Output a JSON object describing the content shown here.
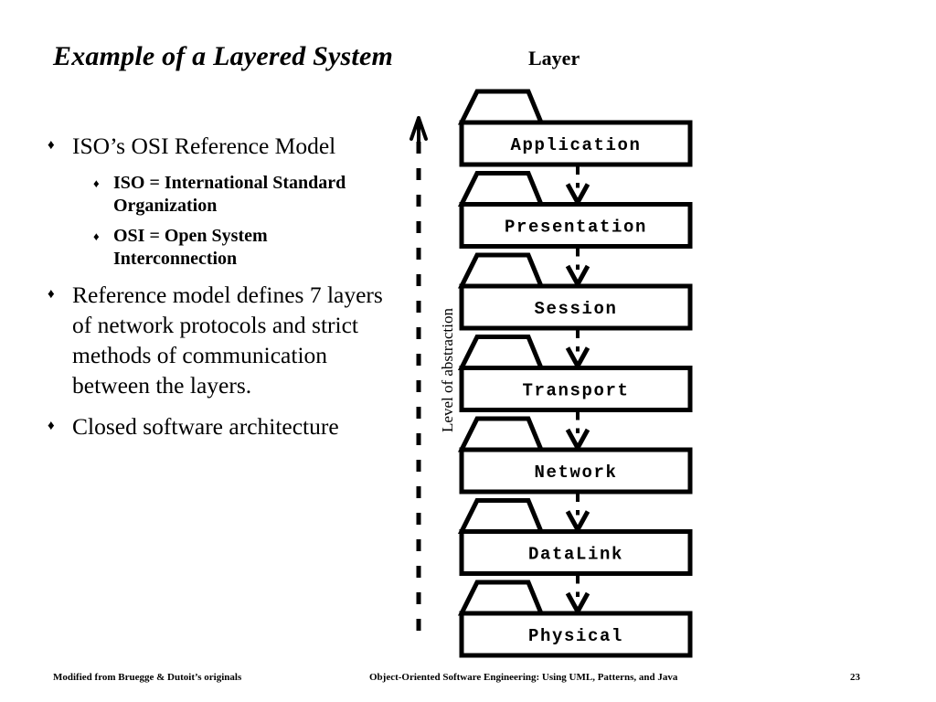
{
  "slide": {
    "title": "Example of a Layered System",
    "bullets": [
      {
        "level": 1,
        "marker": "♦",
        "text": "ISO’s OSI Reference Model",
        "children": [
          {
            "level": 2,
            "marker": "♦",
            "text": "ISO = International Standard Organization"
          },
          {
            "level": 2,
            "marker": "♦",
            "text": "OSI = Open System Interconnection"
          }
        ]
      },
      {
        "level": 1,
        "marker": "♦",
        "text": "Reference model defines 7 layers of network protocols and strict methods of communication between the layers.",
        "children": []
      },
      {
        "level": 1,
        "marker": "♦",
        "text": "Closed software architecture",
        "children": []
      }
    ]
  },
  "diagram": {
    "column_caption": "Layer",
    "axis_caption": "Level of abstraction",
    "stroke_color": "#000000",
    "fill_color": "#ffffff",
    "layers": [
      {
        "name": "Application"
      },
      {
        "name": "Presentation"
      },
      {
        "name": "Session"
      },
      {
        "name": "Transport"
      },
      {
        "name": "Network"
      },
      {
        "name": "DataLink"
      },
      {
        "name": "Physical"
      }
    ]
  },
  "footer": {
    "left": "Modified from Bruegge & Dutoit’s originals",
    "center": "Object-Oriented Software Engineering: Using UML, Patterns, and Java",
    "page": "23"
  }
}
